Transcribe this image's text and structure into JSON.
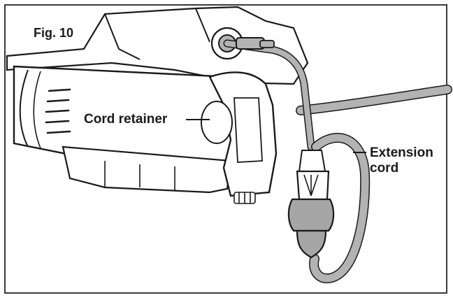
{
  "figure": {
    "label": "Fig. 10"
  },
  "callouts": {
    "cord_retainer": "Cord retainer",
    "extension_cord_line1": "Extension",
    "extension_cord_line2": "cord"
  },
  "colors": {
    "outline": "#1a1a1a",
    "cord_fill": "#b3b3b3",
    "plug_fill": "#a6a6a6",
    "tool_fill": "#ffffff",
    "frame": "#3a3a3a"
  }
}
